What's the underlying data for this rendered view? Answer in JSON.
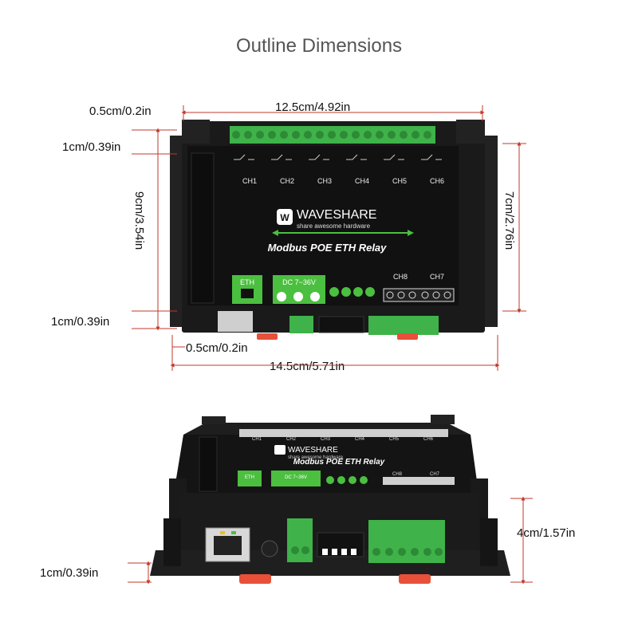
{
  "title": "Outline Dimensions",
  "top_view": {
    "dimensions": {
      "rail_offset_top": "0.5cm/0.2in",
      "inner_width": "12.5cm/4.92in",
      "top_margin": "1cm/0.39in",
      "total_height": "9cm/3.54in",
      "inner_height": "7cm/2.76in",
      "bottom_margin": "1cm/0.39in",
      "rail_offset_bottom": "0.5cm/0.2in",
      "total_width": "14.5cm/5.71in"
    },
    "board": {
      "brand": "WAVESHARE",
      "tagline": "share awesome hardware",
      "product": "Modbus POE ETH Relay",
      "channels_top": [
        "CH1",
        "CH2",
        "CH3",
        "CH4",
        "CH5",
        "CH6"
      ],
      "channels_bottom": [
        "CH8",
        "CH7"
      ],
      "eth_label": "ETH",
      "power_label": "DC 7~36V"
    }
  },
  "side_view": {
    "dimensions": {
      "height": "4cm/1.57in",
      "rail_height": "1cm/0.39in"
    },
    "board": {
      "brand": "WAVESHARE",
      "tagline": "share awesome hardware",
      "product": "Modbus POE ETH Relay",
      "channels_top": [
        "CH1",
        "CH2",
        "CH3",
        "CH4",
        "CH5",
        "CH6"
      ],
      "channels_bottom": [
        "CH8",
        "CH7"
      ],
      "eth_label": "ETH",
      "power_label": "DC 7~36V"
    }
  },
  "colors": {
    "case": "#1a1a1a",
    "panel": "#111111",
    "terminal_green": "#3fb24a",
    "label_green": "#4bbf3f",
    "clip_red": "#e8503a",
    "dim_line": "#c0392b"
  }
}
